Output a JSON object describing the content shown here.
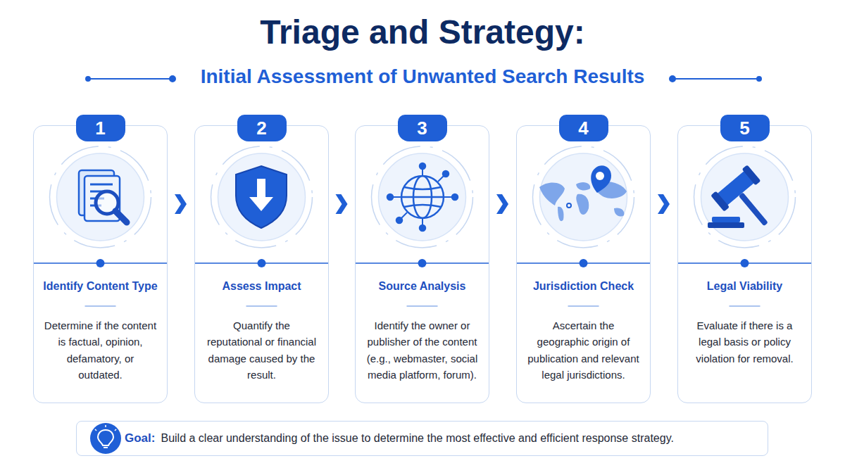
{
  "diagram": {
    "title": "Triage and Strategy:",
    "nodes": [
      {
        "text": [
          "1",
          "Identify Content Type",
          "Determine if the content is factual, opinion, defamatory, or outdated."
        ]
      },
      {
        "text": [
          "2",
          "Assess Impact",
          "Quantify the reputational or financial damage caused by the result."
        ]
      },
      {
        "text": [
          "3",
          "Source Analysis",
          "Identify the owner or publisher of the content (e.g., webmaster, social media platform, forum)."
        ]
      },
      {
        "text": [
          "4",
          "Jurisdiction Check",
          "Ascertain the geographic origin of publication and relevant legal jurisdictions."
        ]
      },
      {
        "text": [
          "5",
          "Legal Viability",
          "Evaluate if there is a legal basis or policy violation for removal."
        ]
      },
      {
        "text": [
          "Goal:",
          "Build a clear understanding of the issue to determine the most effective and efficient response strategy."
        ]
      }
    ],
    "edges": [
      {
        "from": 0,
        "to": 1,
        "arrow": "to"
      },
      {
        "from": 1,
        "to": 2,
        "arrow": "to"
      },
      {
        "from": 2,
        "to": 3,
        "arrow": "to"
      },
      {
        "from": 3,
        "to": 4,
        "arrow": "to"
      }
    ],
    "labels": [
      "Initial Assessment of Unwanted Search Results"
    ]
  }
}
